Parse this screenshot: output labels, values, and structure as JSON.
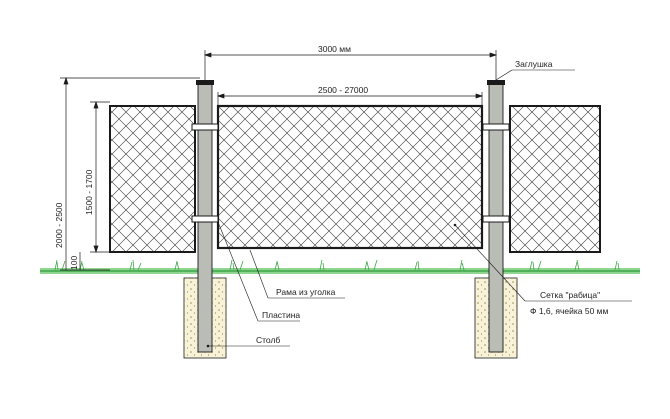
{
  "labels": {
    "total_span": "3000 мм",
    "panel_span": "2500 - 27000",
    "cap": "Заглушка",
    "total_height": "2000 - 2500",
    "panel_height": "1500 - 1700",
    "ground_gap": "100",
    "frame": "Рама из уголка",
    "plate": "Пластина",
    "post": "Столб",
    "mesh": "Сетка \"рабица\"",
    "mesh_spec": "Ф 1,6, ячейка 50 мм"
  },
  "colors": {
    "line": "#1a1a1a",
    "post_fill": "#b9bdb6",
    "grass": "#3fa64a",
    "ground": "#8fd48f",
    "concrete": "#f7f2d8",
    "concrete_dots": "#a08a4a"
  }
}
